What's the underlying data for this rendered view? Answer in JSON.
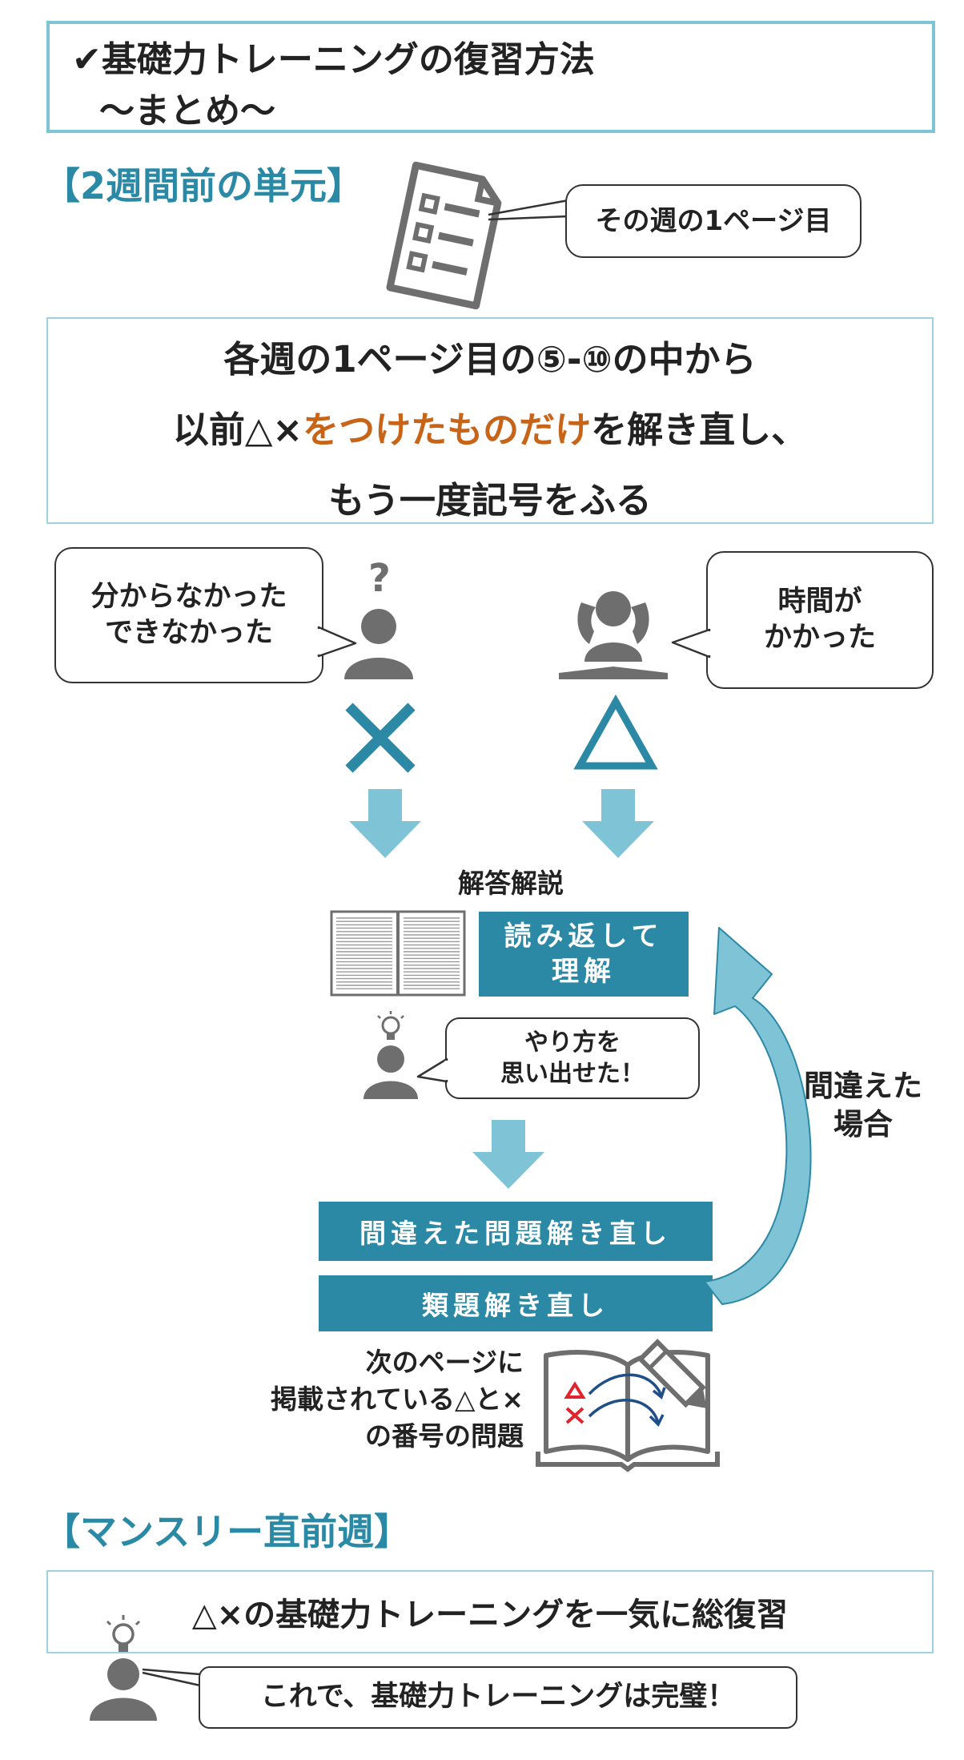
{
  "title": {
    "check_mark": "✔",
    "line1": "基礎力トレーニングの復習方法",
    "line2": "〜まとめ〜"
  },
  "section1": {
    "heading": "【2週間前の単元】",
    "page_callout": "その週の1ページ目"
  },
  "instructions": {
    "line1": "各週の1ページ目の⑤-⑩の中から",
    "line2_prefix": "以前△×",
    "line2_highlight": "をつけたものだけ",
    "line2_suffix": "を解き直し、",
    "line3": "もう一度記号をふる"
  },
  "cases": {
    "left_bubble_line1": "分からなかった",
    "left_bubble_line2": "できなかった",
    "left_symbol": "×",
    "right_bubble_line1": "時間が",
    "right_bubble_line2": "かかった",
    "right_symbol": "△"
  },
  "flow": {
    "explanation_label": "解答解説",
    "reread_box_line1": "読み返して",
    "reread_box_line2": "理解",
    "remembered_line1": "やり方を",
    "remembered_line2": "思い出せた！",
    "redo_mistakes": "間違えた問題解き直し",
    "redo_similar": "類題解き直し",
    "if_wrong_line1": "間違えた",
    "if_wrong_line2": "場合",
    "next_page_line1": "次のページに",
    "next_page_line2": "掲載されている△と×",
    "next_page_line3": "の番号の問題"
  },
  "section2": {
    "heading": "【マンスリー直前週】",
    "box_text": "△×の基礎力トレーニングを一気に総復習",
    "bubble_text": "これで、基礎力トレーニングは完璧！"
  },
  "colors": {
    "teal": "#2b89a5",
    "light_blue": "#7fc3d7",
    "orange": "#c86418",
    "gray": "#6e6e6e",
    "red": "#e0232d"
  }
}
